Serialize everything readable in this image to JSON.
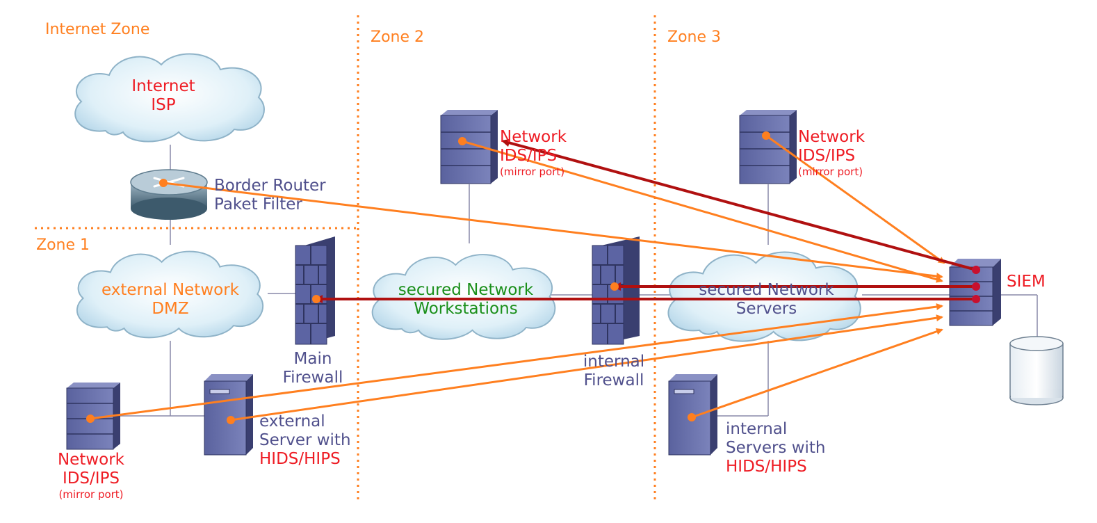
{
  "zones": {
    "internet": "Internet Zone",
    "zone1": "Zone 1",
    "zone2": "Zone 2",
    "zone3": "Zone 3"
  },
  "clouds": {
    "internet": {
      "line1": "Internet",
      "line2": "ISP"
    },
    "dmz": {
      "line1": "external Network",
      "line2": "DMZ"
    },
    "workstations": {
      "line1": "secured Network",
      "line2": "Workstations"
    },
    "servers": {
      "line1": "secured Network",
      "line2": "Servers"
    }
  },
  "devices": {
    "border_router": {
      "line1": "Border Router",
      "line2": "Paket Filter"
    },
    "main_firewall": {
      "line1": "Main",
      "line2": "Firewall"
    },
    "internal_firewall": {
      "line1": "internal",
      "line2": "Firewall"
    },
    "nids_zone1": {
      "line1": "Network",
      "line2": "IDS/IPS",
      "note": "(mirror port)"
    },
    "nids_zone2": {
      "line1": "Network",
      "line2": "IDS/IPS",
      "note": "(mirror port)"
    },
    "nids_zone3": {
      "line1": "Network",
      "line2": "IDS/IPS",
      "note": "(mirror port)"
    },
    "external_server": {
      "line1": "external",
      "line2": "Server with",
      "line3": "HIDS/HIPS"
    },
    "internal_servers": {
      "line1": "internal",
      "line2": "Servers with",
      "line3": "HIDS/HIPS"
    },
    "siem": {
      "label": "SIEM"
    }
  },
  "colors": {
    "zone_orange": "#ff7f1f",
    "alert_red": "#ee1c24",
    "device_blue": "#50508c",
    "response_darkred": "#b01010",
    "dmz_orange": "#ff7f1f",
    "workstations_green": "#1a8f1a"
  }
}
